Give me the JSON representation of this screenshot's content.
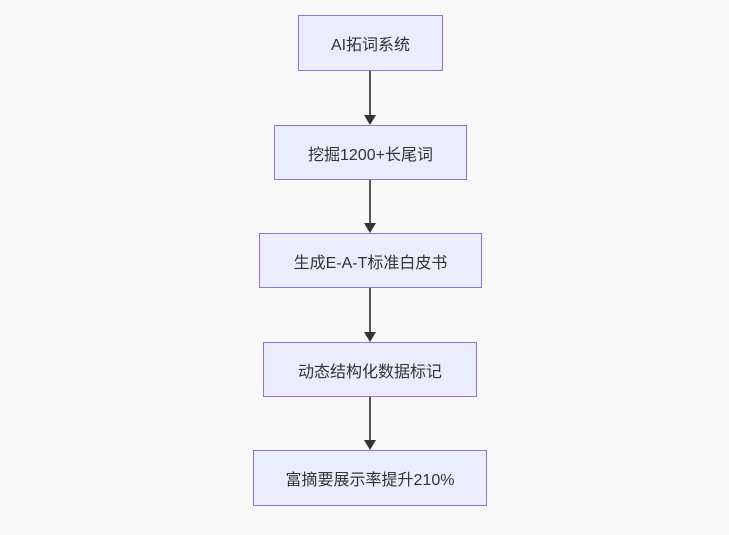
{
  "diagram": {
    "type": "flowchart",
    "direction": "top-down",
    "nodes": [
      {
        "id": "step-1",
        "label": "AI拓词系统"
      },
      {
        "id": "step-2",
        "label": "挖掘1200+长尾词"
      },
      {
        "id": "step-3",
        "label": "生成E-A-T标准白皮书"
      },
      {
        "id": "step-4",
        "label": "动态结构化数据标记"
      },
      {
        "id": "step-5",
        "label": "富摘要展示率提升210%"
      }
    ],
    "edges": [
      {
        "from": "step-1",
        "to": "step-2",
        "style": "arrow"
      },
      {
        "from": "step-2",
        "to": "step-3",
        "style": "arrow"
      },
      {
        "from": "step-3",
        "to": "step-4",
        "style": "arrow"
      },
      {
        "from": "step-4",
        "to": "step-5",
        "style": "arrow"
      }
    ],
    "colors": {
      "node_fill": "#ECECFF",
      "node_border": "#9370DB",
      "node_text": "#333333",
      "edge_line": "#555555",
      "arrowhead": "#333333",
      "background": "#f9f9f9"
    }
  }
}
